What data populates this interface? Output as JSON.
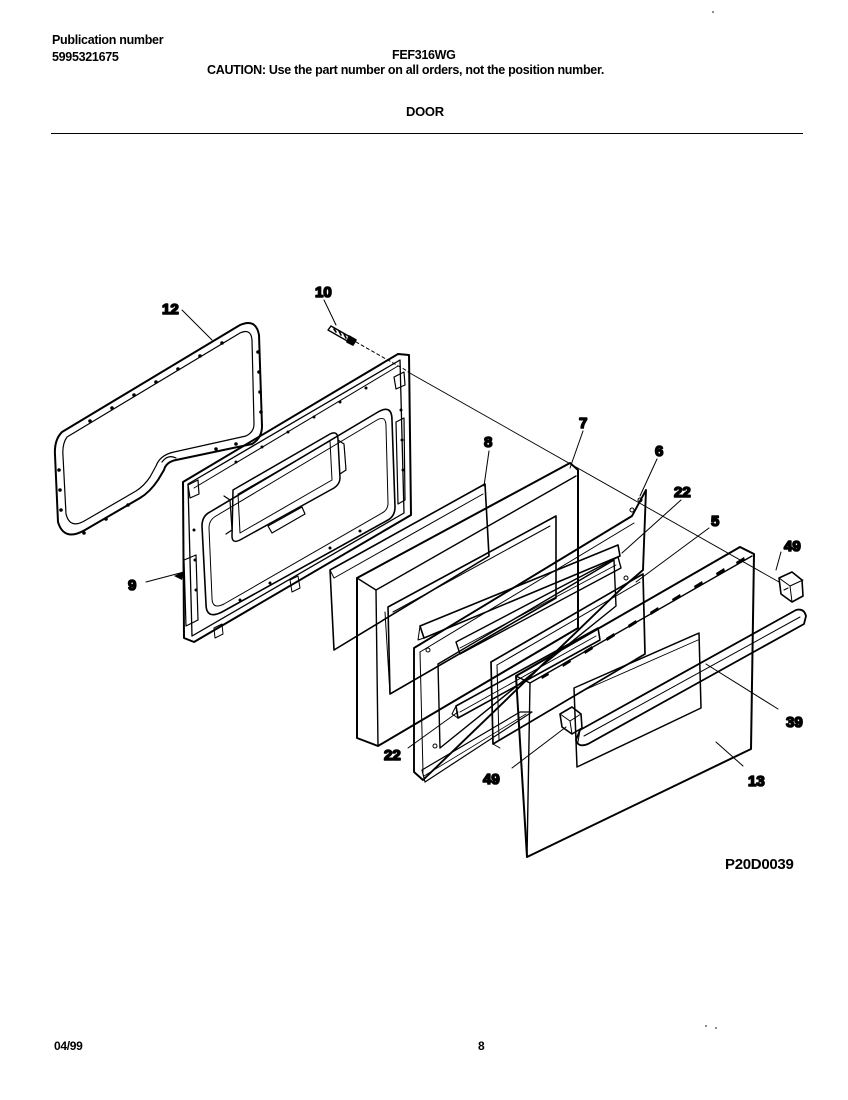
{
  "header": {
    "publication_label": "Publication number",
    "publication_number": "5995321675",
    "model": "FEF316WG",
    "caution": "CAUTION:  Use the part number on all orders, not the position number.",
    "section_title": "DOOR"
  },
  "diagram": {
    "callouts": [
      "12",
      "10",
      "7",
      "8",
      "6",
      "22",
      "5",
      "49",
      "9",
      "39",
      "22",
      "49",
      "13"
    ],
    "figure_code": "P20D0039"
  },
  "footer": {
    "date": "04/99",
    "page_number": "8"
  }
}
